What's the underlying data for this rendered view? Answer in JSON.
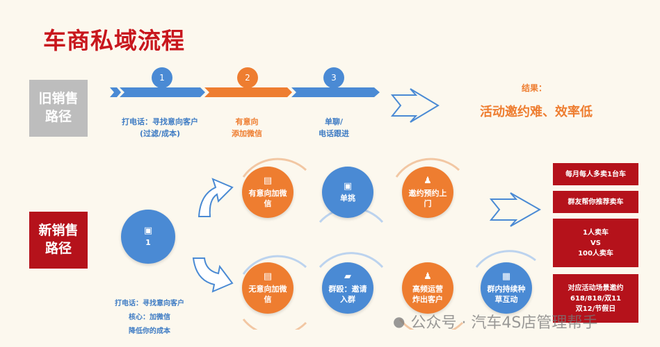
{
  "title": "车商私域流程",
  "old_path": {
    "label": "旧销售\n路径",
    "steps": [
      {
        "num": "1",
        "text": "打电话：寻找意向客户\n(过滤/成本)"
      },
      {
        "num": "2",
        "text": "有意向\n添加微信"
      },
      {
        "num": "3",
        "text": "单聊/\n电话跟进"
      }
    ],
    "result_label": "结果：",
    "result_text": "活动邀约难、效率低"
  },
  "new_path": {
    "label": "新销售\n路径",
    "start": {
      "num": "1",
      "lines": [
        "打电话：寻找意向客户",
        "核心：加微信",
        "降低你的成本"
      ]
    },
    "top_row": [
      {
        "text": "有意向加微\n信",
        "icon": "clipboard-icon"
      },
      {
        "text": "单挑",
        "icon": "chat-icon"
      },
      {
        "text": "邀约预约上\n门",
        "icon": "users-icon"
      }
    ],
    "bottom_row": [
      {
        "text": "无意向加微\n信",
        "icon": "clipboard-icon"
      },
      {
        "text": "群殴：邀请\n入群",
        "icon": "folder-icon"
      },
      {
        "text": "高频运营\n炸出客户",
        "icon": "users-icon"
      },
      {
        "text": "群内持续种\n草互动",
        "icon": "grid-icon"
      }
    ],
    "outcomes": [
      "每月每人多卖1台车",
      "群友帮你推荐卖车",
      "1人卖车\nVS\n100人卖车",
      "对应活动场景邀约\n618/818/双11\n双12/节假日"
    ]
  },
  "watermark": "公众号 · 汽车4S店管理帮手",
  "colors": {
    "red": "#c8161d",
    "orange": "#ee7d30",
    "blue": "#4a8ad4",
    "gray": "#bdbdbd"
  }
}
